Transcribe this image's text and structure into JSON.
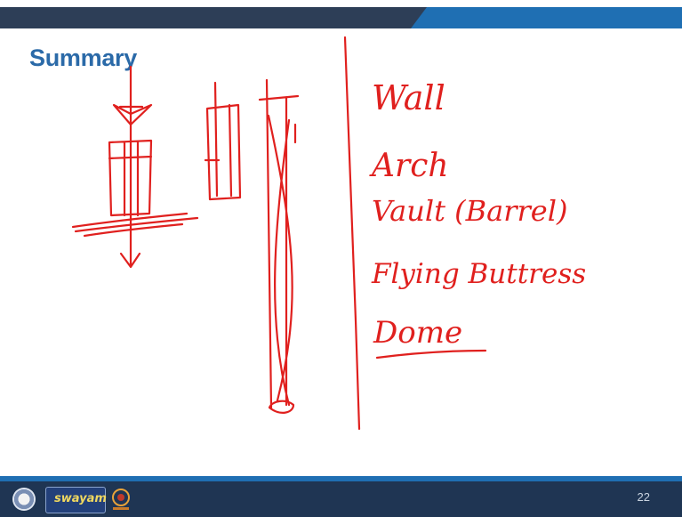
{
  "slide": {
    "title": "Summary",
    "page_number": "22"
  },
  "handwritten_notes": [
    "Wall",
    "Arch",
    "Vault (Barrel)",
    "Flying Buttress",
    "Dome"
  ],
  "colors": {
    "title": "#2b6aa8",
    "ink": "#e0201e",
    "top_band_dark": "#2d3e57",
    "top_band_accent": "#1f6fb3",
    "footer": "#1f3553"
  },
  "footer_logos": [
    "iit-emblem-icon",
    "swayam-logo",
    "nptel-logo"
  ],
  "swayam_text": "swayam"
}
